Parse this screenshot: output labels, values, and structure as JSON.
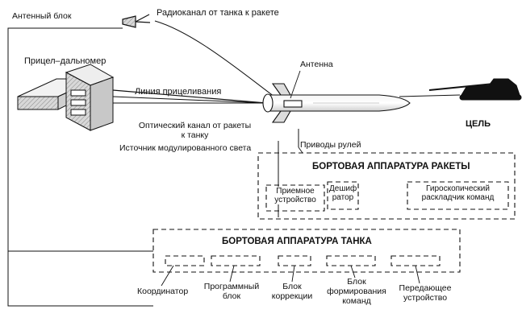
{
  "labels": {
    "antenna_block": "Антенный блок",
    "radio_channel": "Радиоканал от танка к ракете",
    "sight_rangefinder": "Прицел–дальномер",
    "antenna": "Антенна",
    "sight_line": "Линия прицеливания",
    "optical_channel_1": "Оптический канал от ракеты",
    "optical_channel_2": "к танку",
    "light_source": "Источник модулированного света",
    "target": "ЦЕЛЬ",
    "rudder_drives": "Приводы рулей"
  },
  "missile_block": {
    "title": "БОРТОВАЯ АППАРАТУРА РАКЕТЫ",
    "receiver_1": "Приемное",
    "receiver_2": "устройство",
    "decoder_1": "Дешиф",
    "decoder_2": "ратор",
    "gyro_1": "Гироскопический",
    "gyro_2": "раскладчик команд"
  },
  "tank_block": {
    "title": "БОРТОВАЯ АППАРАТУРА ТАНКА",
    "coordinator": "Координатор",
    "program_1": "Программный",
    "program_2": "блок",
    "correction_1": "Блок",
    "correction_2": "коррекции",
    "formation_1": "Блок",
    "formation_2": "формирования",
    "formation_3": "команд",
    "transmitter_1": "Передающее",
    "transmitter_2": "устройство"
  }
}
